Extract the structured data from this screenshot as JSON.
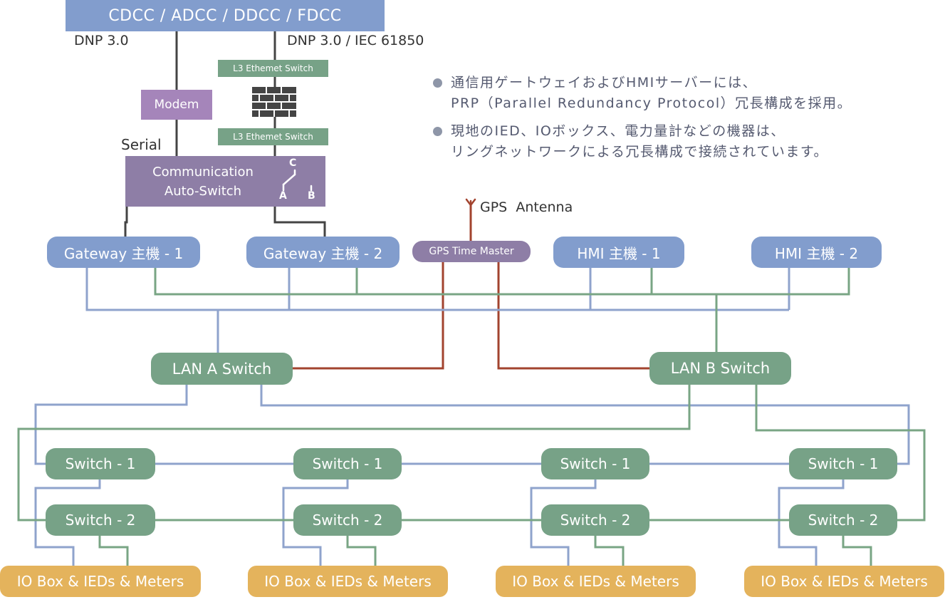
{
  "top_bar": "CDCC / ADCC / DDCC / FDCC",
  "protocol_left": "DNP 3.0",
  "protocol_right": "DNP 3.0 / IEC 61850",
  "l3_switch_top": "L3 Ethemet Switch",
  "l3_switch_bottom": "L3 Ethemet Switch",
  "firewall_icon": "brick-firewall-icon",
  "modem": "Modem",
  "serial": "Serial",
  "auto_switch": {
    "line1": "Communication",
    "line2": "Auto-Switch",
    "pos_c": "C",
    "pos_a": "A",
    "pos_b": "B"
  },
  "gps_antenna": "GPS  Antenna",
  "gps_master": "GPS Time Master",
  "gateway1": "Gateway 主機 - 1",
  "gateway2": "Gateway 主機 - 2",
  "hmi1": "HMI 主機 - 1",
  "hmi2": "HMI 主機 - 2",
  "lan_a": "LAN A Switch",
  "lan_b": "LAN B Switch",
  "switch1": "Switch - 1",
  "switch2": "Switch - 2",
  "io_box": "IO Box & IEDs & Meters",
  "notes": [
    {
      "line1": "通信用ゲートウェイおよびHMIサーバーには、",
      "line2": "PRP（Parallel Redundancy Protocol）冗長構成を採用。"
    },
    {
      "line1": "現地のIED、IOボックス、電力量計などの機器は、",
      "line2": "リングネットワークによる冗長構成で接続されています。"
    }
  ],
  "colors": {
    "lan_a_line": "#8fa3cc",
    "lan_b_line": "#79a584",
    "gps_line": "#a2432e",
    "serial_line": "#444444"
  }
}
